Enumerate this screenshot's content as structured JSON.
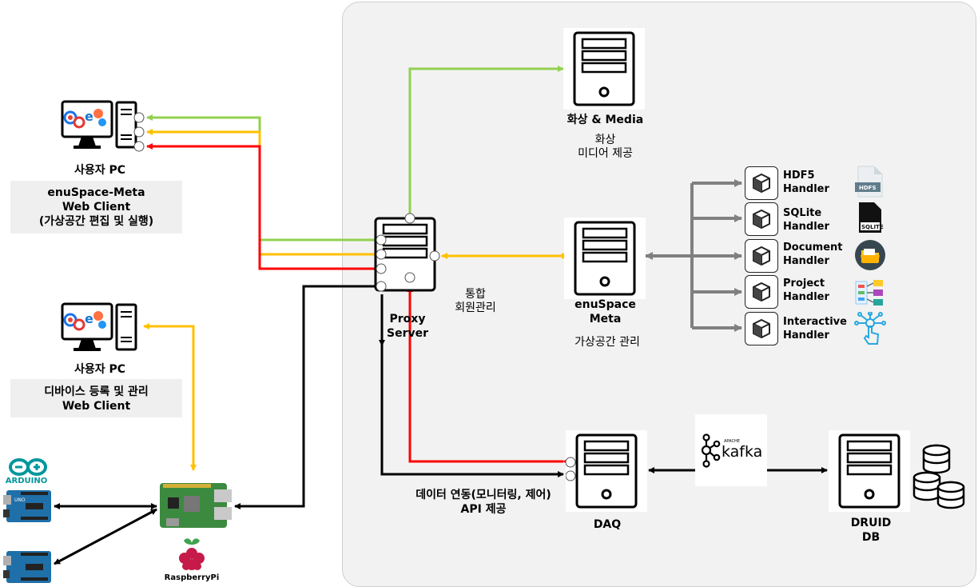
{
  "user_pc_top": {
    "title": "사용자 PC",
    "desc_line1": "enuSpace-Meta",
    "desc_line2": "Web Client",
    "desc_line3": "(가상공간 편집 및 실행)"
  },
  "user_pc_bottom": {
    "title": "사용자 PC",
    "desc_line1": "디바이스 등록 및 관리",
    "desc_line2": "Web Client"
  },
  "proxy": {
    "line1": "Proxy",
    "line2": "Server",
    "note_line1": "통합",
    "note_line2": "회원관리"
  },
  "media": {
    "title": "화상 & Media",
    "desc_line1": "화상",
    "desc_line2": "미디어 제공"
  },
  "meta": {
    "line1": "enuSpace",
    "line2": "Meta",
    "desc": "가상공간 관리"
  },
  "handlers": [
    {
      "line1": "HDF5",
      "line2": "Handler",
      "icon": "hdfs-file-icon"
    },
    {
      "line1": "SQLite",
      "line2": "Handler",
      "icon": "sqlite-file-icon"
    },
    {
      "line1": "Document",
      "line2": "Handler",
      "icon": "folder-icon"
    },
    {
      "line1": "Project",
      "line2": "Handler",
      "icon": "project-chart-icon"
    },
    {
      "line1": "Interactive",
      "line2": "Handler",
      "icon": "touch-network-icon"
    }
  ],
  "daq": {
    "title": "DAQ",
    "api_line1": "데이터 연동(모니터링, 제어)",
    "api_line2": "API 제공"
  },
  "kafka": {
    "logo_small": "APACHE",
    "logo_text": "kafka"
  },
  "druid": {
    "line1": "DRUID",
    "line2": "DB"
  },
  "arduino": {
    "logo_text": "ARDUINO"
  },
  "raspberry": {
    "label": "RaspberryPi"
  },
  "colors": {
    "green": "#92d050",
    "yellow": "#ffc000",
    "red": "#ff0000",
    "black": "#000000",
    "gray": "#808080",
    "panel": "#f2f2f2"
  }
}
